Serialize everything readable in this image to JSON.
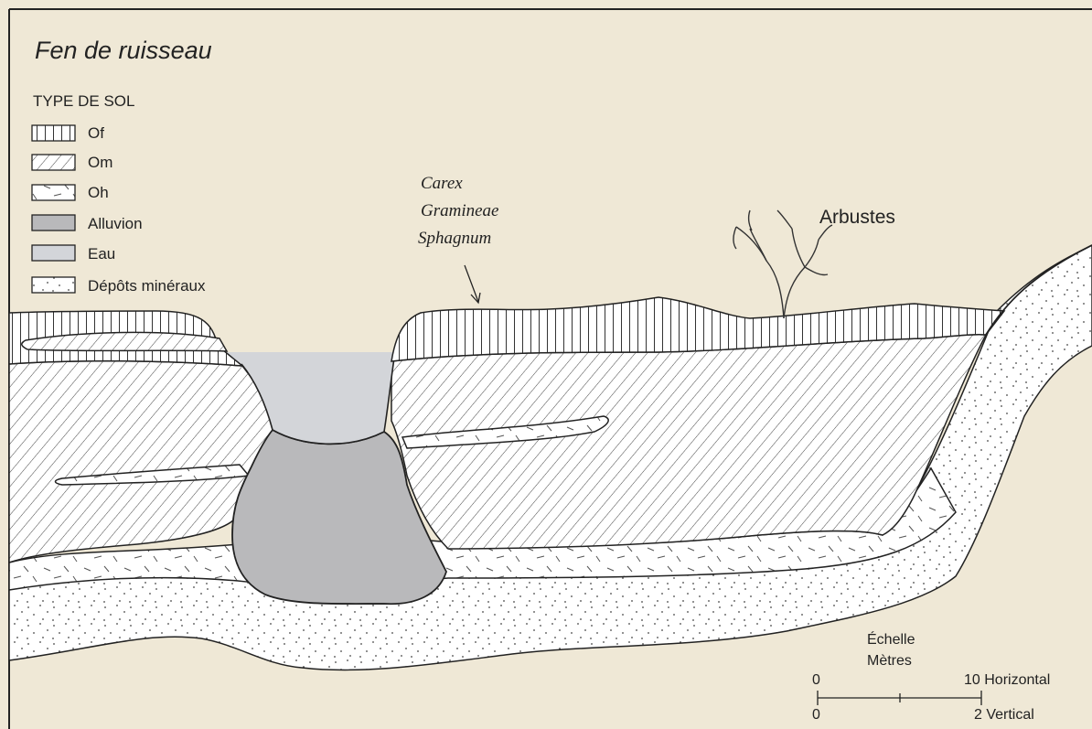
{
  "title": "Fen de ruisseau",
  "legend": {
    "heading": "TYPE DE SOL",
    "items": [
      {
        "label": "Of",
        "pattern": "vertical-lines"
      },
      {
        "label": "Om",
        "pattern": "diagonal-lines"
      },
      {
        "label": "Oh",
        "pattern": "sparse-dashes"
      },
      {
        "label": "Alluvion",
        "pattern": "dark-gray-fill"
      },
      {
        "label": "Eau",
        "pattern": "light-gray-fill"
      },
      {
        "label": "Dépôts minéraux",
        "pattern": "dots"
      }
    ]
  },
  "vegetation_labels": [
    "Carex",
    "Gramineae",
    "Sphagnum"
  ],
  "shrub_label": "Arbustes",
  "scale": {
    "title_line1": "Échelle",
    "title_line2": "Mètres",
    "top_zero": "0",
    "top_value": "10 Horizontal",
    "bottom_zero": "0",
    "bottom_value": "2 Vertical"
  },
  "colors": {
    "background": "#efe8d6",
    "line": "#222222",
    "alluvion": "#b9b9bb",
    "eau": "#d3d5d9",
    "mineral": "#ffffff"
  }
}
